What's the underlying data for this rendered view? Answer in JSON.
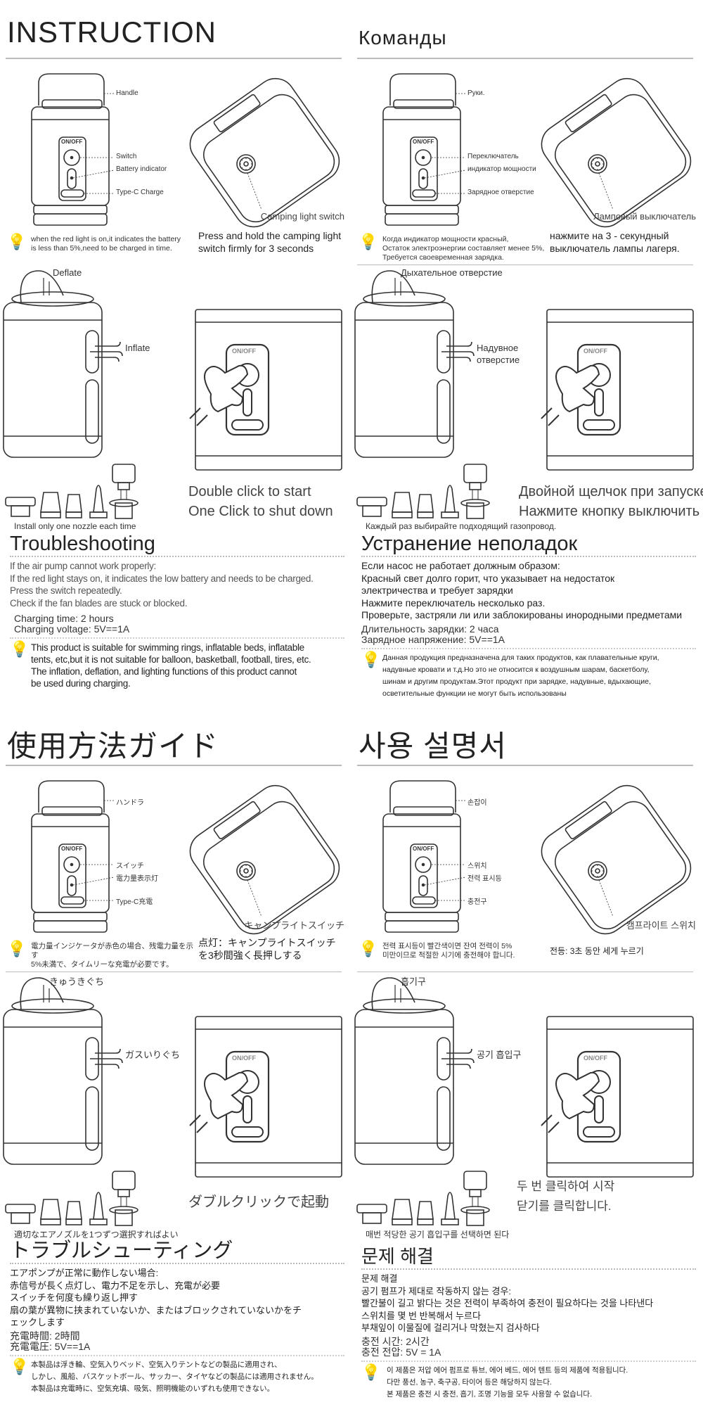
{
  "colors": {
    "line": "#333333",
    "text": "#333333",
    "rule": "#bbbbbb"
  },
  "quadrants": [
    {
      "lang": "en",
      "title": "INSTRUCTION",
      "on_off": "ON/OFF",
      "labels": {
        "handle": "Handle",
        "switch": "Switch",
        "battery_indicator": "Battery indicator",
        "charge_port": "Type-C Charge"
      },
      "camping_light_label": "Camping light switch",
      "tip_lines": [
        "when the red light is on,it indicates the battery",
        "is less than 5%,need to be charged in time."
      ],
      "light_instruction": [
        "Press and hold the camping light",
        "switch firmly for 3 seconds"
      ],
      "deflate_label": "Deflate",
      "inflate_label": [
        "Inflate"
      ],
      "double_click": [
        "Double click to start",
        "One Click to shut down"
      ],
      "nozzle_note": "Install only one nozzle each time",
      "trouble_title": "Troubleshooting",
      "trouble_lines": [
        "If the air pump cannot work properly:",
        "If the red light stays on, it indicates the low battery and needs to be charged.",
        "Press the switch repeatedly.",
        "Check if the fan blades are stuck or blocked."
      ],
      "charging_time": "Charging time: 2 hours",
      "charging_voltage": "Charging voltage: 5V==1A",
      "note_lines": [
        "This product is suitable for swimming rings, inflatable beds, inflatable",
        "tents, etc,but it is not suitable for balloon, basketball, football, tires, etc.",
        "The inflation, deflation, and lighting functions of this product cannot",
        "be used during charging."
      ]
    },
    {
      "lang": "ru",
      "title": "Команды",
      "on_off": "ON/OFF",
      "labels": {
        "handle": "Руки.",
        "switch": "Переключатель",
        "battery_indicator": "индикатор мощности",
        "charge_port": "Зарядное отверстие"
      },
      "camping_light_label": "Ламповый выключатель",
      "tip_lines": [
        "Когда индикатор мощности красный,",
        "Остаток электроэнергии составляет менее 5%,",
        "Требуется своевременная зарядка."
      ],
      "light_instruction": [
        "нажмите на 3 - секундный",
        "выключатель лампы лагеря."
      ],
      "deflate_label": "Дыхательное отверстие",
      "inflate_label": [
        "Надувное",
        "отверстие"
      ],
      "double_click": [
        "Двойной щелчок при запуске",
        "Нажмите кнопку выключить"
      ],
      "nozzle_note": "Каждый раз выбирайте подходящий газопровод.",
      "trouble_title": "Устранение неполадок",
      "trouble_lines": [
        "Если насос не работает должным образом:",
        "Красный свет долго горит, что указывает на недостаток",
        "электричества и требует зарядки",
        "Нажмите переключатель несколько раз.",
        "Проверьте, застряли ли или заблокированы инородными предметами"
      ],
      "charging_time": "Длительность зарядки: 2 часа",
      "charging_voltage": "Зарядное напряжение: 5V==1A",
      "note_lines": [
        "Данная продукция предназначена для таких продуктов, как плавательные круги,",
        "надувные кровати и т.д.Но это не относится к воздушным шарам, баскетболу,",
        "шинам и другим продуктам.Этот продукт при зарядке, надувные, вдыхающие,",
        "осветительные функции не могут быть использованы"
      ]
    },
    {
      "lang": "ja",
      "title": "使用方法ガイド",
      "on_off": "ON/OFF",
      "labels": {
        "handle": "ハンドラ",
        "switch": "スイッチ",
        "battery_indicator": "電力量表示灯",
        "charge_port": "Type-C充電"
      },
      "camping_light_label": "キャンプライトスイッチ",
      "tip_lines": [
        "電力量インジケータが赤色の場合、残電力量を示す",
        "5%未満で、タイムリーな充電が必要です。"
      ],
      "light_instruction": [
        "点灯：キャンプライトスイッチ",
        "を3秒間強く長押しする"
      ],
      "deflate_label": "きゅうきぐち",
      "inflate_label": [
        "ガスいりぐち"
      ],
      "double_click": [
        "ダブルクリックで起動"
      ],
      "nozzle_note": "適切なエアノズルを1つずつ選択すればよい",
      "trouble_title": "トラブルシューティング",
      "trouble_lines": [
        "エアポンプが正常に動作しない場合:",
        "赤信号が長く点灯し、電力不足を示し、充電が必要",
        "スイッチを何度も繰り返し押す",
        "扇の葉が異物に挟まれていないか、またはブロックされていないかをチ",
        "ェックします"
      ],
      "charging_time": "充電時間: 2時間",
      "charging_voltage": "充電電圧: 5V==1A",
      "note_lines": [
        "本製品は浮き輪、空気入りベッド、空気入りテントなどの製品に適用され、",
        "しかし、風船、バスケットボール、サッカー、タイヤなどの製品には適用されません。",
        "本製品は充電時に、空気充填、吸気、照明機能のいずれも使用できない。"
      ]
    },
    {
      "lang": "ko",
      "title": "사용 설명서",
      "on_off": "ON/OFF",
      "labels": {
        "handle": "손잡이",
        "switch": "스위치",
        "battery_indicator": "전력 표시등",
        "charge_port": "충전구"
      },
      "camping_light_label": "캠프라이트 스위치",
      "tip_lines": [
        "전력 표시등이 빨간색이면 잔여 전력이 5%",
        "미만이므로 적절한 시기에 충전해야 합니다."
      ],
      "light_instruction": [
        "전등: 3초 동안 세게 누르기"
      ],
      "deflate_label": "흡기구",
      "inflate_label": [
        "공기 흡입구"
      ],
      "double_click": [
        "두 번 클릭하여 시작",
        "닫기를 클릭합니다."
      ],
      "nozzle_note": "매번 적당한 공기 흡입구를 선택하면 된다",
      "trouble_title": "문제 해결",
      "trouble_lines": [
        "문제 해결",
        "공기 펌프가 제대로 작동하지 않는 경우:",
        "빨간불이 길고 밝다는 것은 전력이 부족하여 충전이 필요하다는 것을 나타낸다",
        "스위치를 몇 번 반복해서 누르다",
        "부채잎이 이물질에 걸리거나 막혔는지 검사하다"
      ],
      "charging_time": "충전 시간: 2시간",
      "charging_voltage": "충전 전압: 5V = 1A",
      "note_lines": [
        "이 제품은 저압 에어 펌프로 튜브, 에어 베드, 에어 텐트 등의 제품에 적용됩니다.",
        "다만 풍선, 농구, 축구공, 타이어 등은 해당하지 않는다.",
        "본 제품은 충전 시 충전, 흡기, 조명 기능을 모두 사용할 수 없습니다."
      ]
    }
  ]
}
